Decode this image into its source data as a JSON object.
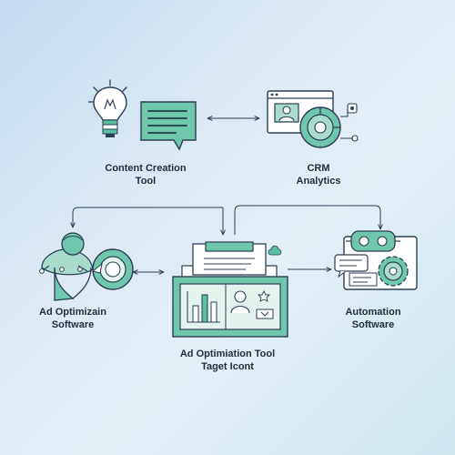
{
  "nodes": {
    "content_creation": {
      "line1": "Content Creation",
      "line2": "Tool",
      "icon": "lightbulb-chat-icon"
    },
    "crm_analytics": {
      "line1": "CRM",
      "line2": "Analytics",
      "icon": "browser-analytics-icon"
    },
    "ad_optimization_software": {
      "line1": "Ad Optimizain",
      "line2": "Software",
      "icon": "person-target-icon"
    },
    "automation_software": {
      "line1": "Automation",
      "line2": "Software",
      "icon": "robot-gear-icon"
    },
    "ad_optimization_tool": {
      "line1": "Ad Optimiation Tool",
      "line2": "Taget Icont",
      "icon": "dashboard-monitor-icon"
    }
  },
  "colors": {
    "accent": "#5bbfa0",
    "accent_light": "#a9dccb",
    "line": "#2c3e55",
    "text": "#1f2d3d"
  }
}
